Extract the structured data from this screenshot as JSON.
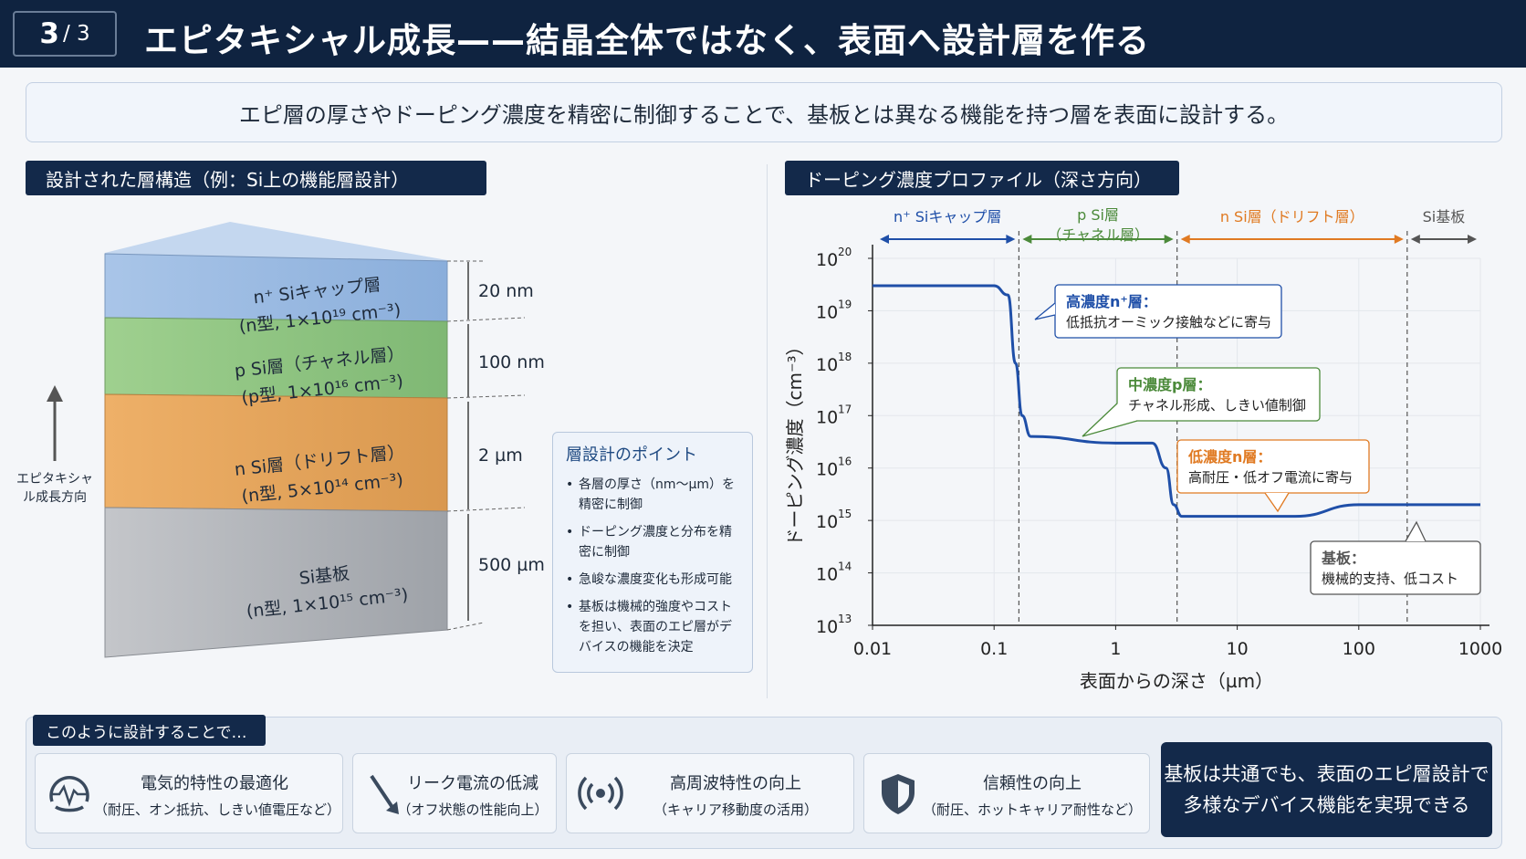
{
  "header": {
    "slide_current": "3",
    "slide_total": "/ 3",
    "title": "エピタキシャル成長——結晶全体ではなく、表面へ設計層を作る"
  },
  "summary": "エピ層の厚さやドーピング濃度を精密に制御することで、基板とは異なる機能を持つ層を表面に設計する。",
  "left_section": {
    "title": "設計された層構造（例：Si上の機能層設計）",
    "layers": [
      {
        "name": "n⁺ Siキャップ層",
        "detail": "(n型, 1×10¹⁹ cm⁻³)",
        "thickness": "20 nm",
        "color": "#9dbbe0"
      },
      {
        "name": "p Si層（チャネル層）",
        "detail": "(p型, 1×10¹⁶ cm⁻³)",
        "thickness": "100 nm",
        "color": "#8fc483"
      },
      {
        "name": "n Si層（ドリフト層）",
        "detail": "(n型, 5×10¹⁴ cm⁻³)",
        "thickness": "2 µm",
        "color": "#e4a55c"
      },
      {
        "name": "Si基板",
        "detail": "(n型, 1×10¹⁵ cm⁻³)",
        "thickness": "500 µm",
        "color": "#b1b4b9"
      }
    ],
    "growth_label": "エピタキシャル成長方向",
    "points": {
      "title": "層設計のポイント",
      "items": [
        "各層の厚さ（nm〜µm）を精密に制御",
        "ドーピング濃度と分布を精密に制御",
        "急峻な濃度変化も形成可能",
        "基板は機械的強度やコストを担い、表面のエピ層がデバイスの機能を決定"
      ]
    }
  },
  "right_section": {
    "title": "ドーピング濃度プロファイル（深さ方向）"
  },
  "chart_data": {
    "type": "line",
    "xscale": "log",
    "yscale": "log",
    "xlabel": "表面からの深さ（µm）",
    "ylabel": "ドーピング濃度（cm⁻³）",
    "xlim": [
      0.01,
      1000
    ],
    "ylim": [
      10000000000000.0,
      1e+20
    ],
    "x_ticks": [
      "0.01",
      "0.1",
      "1",
      "10",
      "100",
      "1000"
    ],
    "y_ticks": [
      "10",
      "10",
      "10",
      "10",
      "10",
      "10",
      "10",
      "10"
    ],
    "y_tick_exps": [
      "20",
      "19",
      "18",
      "17",
      "16",
      "15",
      "14",
      "13"
    ],
    "grid": true,
    "series": [
      {
        "color": "#1f4fa8",
        "x": [
          0.01,
          0.1,
          0.13,
          0.15,
          0.17,
          0.2,
          1,
          2,
          2.6,
          3,
          3.5,
          30,
          100,
          1000
        ],
        "y": [
          3e+19,
          3e+19,
          2e+19,
          1e+18,
          1e+17,
          4e+16,
          3e+16,
          3e+16,
          1e+16,
          2000000000000000.0,
          1200000000000000.0,
          1200000000000000.0,
          2000000000000000.0,
          2000000000000000.0
        ]
      }
    ],
    "regions": [
      {
        "label": "n⁺ Siキャップ層",
        "color": "#1f4fa8",
        "x_from": 0.01,
        "x_to": 0.16
      },
      {
        "label": "p Si層（チャネル層）",
        "color": "#4b8a3a",
        "x_from": 0.16,
        "x_to": 3.2
      },
      {
        "label": "n Si層（ドリフト層）",
        "color": "#e07a22",
        "x_from": 3.2,
        "x_to": 250
      },
      {
        "label": "Si基板",
        "color": "#555555",
        "x_from": 250,
        "x_to": 1000
      }
    ],
    "annotations": [
      {
        "title": "高濃度n⁺層：",
        "text": "低抵抗オーミック接触などに寄与",
        "color": "#1f4fa8"
      },
      {
        "title": "中濃度p層：",
        "text": "チャネル形成、しきい値制御",
        "color": "#4b8a3a"
      },
      {
        "title": "低濃度n層：",
        "text": "高耐圧・低オフ電流に寄与",
        "color": "#e07a22"
      },
      {
        "title": "基板：",
        "text": "機械的支持、低コスト",
        "color": "#555555"
      }
    ]
  },
  "bottom": {
    "label": "このように設計することで…",
    "cards": [
      {
        "icon": "waveform-gauge-icon",
        "title": "電気的特性の最適化",
        "sub": "（耐圧、オン抵抗、しきい値電圧など）"
      },
      {
        "icon": "leakage-arrow-icon",
        "title": "リーク電流の低減",
        "sub": "（オフ状態の性能向上）"
      },
      {
        "icon": "radio-wave-icon",
        "title": "高周波特性の向上",
        "sub": "（キャリア移動度の活用）"
      },
      {
        "icon": "shield-icon",
        "title": "信頼性の向上",
        "sub": "（耐圧、ホットキャリア耐性など）"
      }
    ],
    "conclusion_line1": "基板は共通でも、表面のエピ層設計で",
    "conclusion_line2": "多様なデバイス機能を実現できる"
  }
}
